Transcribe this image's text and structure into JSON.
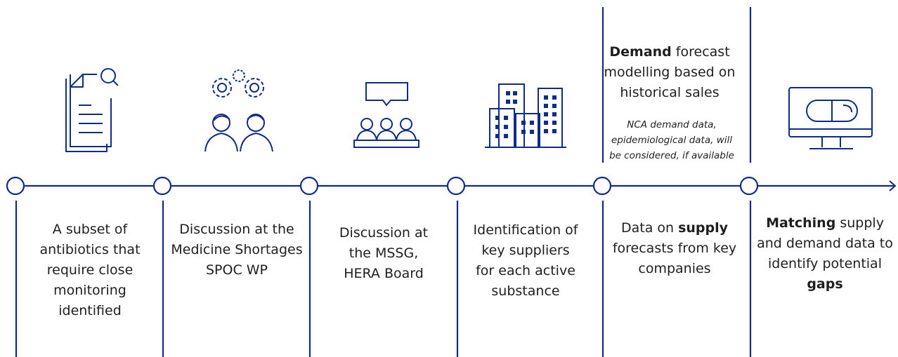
{
  "steps": [
    {
      "icon": "document-search-icon",
      "text": "A subset of antibiotics that require close monitoring identified"
    },
    {
      "icon": "gears-people-icon",
      "text": "Discussion at the Medicine Shortages SPOC WP"
    },
    {
      "icon": "meeting-icon",
      "text": "Discussion at the MSSG, HERA Board"
    },
    {
      "icon": "buildings-icon",
      "text": "Identification of key suppliers for each active substance"
    },
    {
      "icon": "",
      "text_pre": "Data on ",
      "text_bold": "supply",
      "text_post": " forecasts from key companies"
    },
    {
      "icon": "monitor-pill-icon",
      "text_bold1": "Matching",
      "text_mid": " supply and demand data to identify potential ",
      "text_bold2": "gaps"
    }
  ],
  "demand": {
    "bold": "Demand",
    "rest": " forecast modelling based on historical sales",
    "note": "NCA demand data, epidemiological data, will be considered, if available"
  },
  "colors": {
    "primary": "#0f2c8c",
    "text": "#1f1f1f"
  }
}
